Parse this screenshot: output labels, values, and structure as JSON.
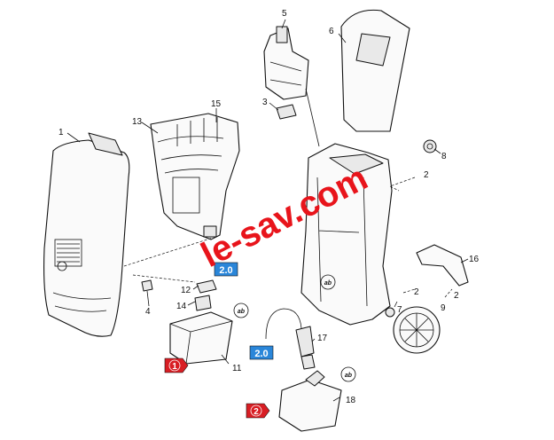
{
  "watermark": "le-sav.com",
  "callouts": [
    "1",
    "2",
    "2",
    "2",
    "3",
    "4",
    "5",
    "6",
    "7",
    "8",
    "9",
    "11",
    "12",
    "13",
    "14",
    "15",
    "16",
    "17",
    "18"
  ],
  "version_badges": [
    "2.0",
    "2.0"
  ],
  "section_markers": [
    "1",
    "2"
  ],
  "oil_symbol": "ab",
  "colors": {
    "watermark": "#e8141b",
    "badge": "#2a86d9",
    "marker": "#d81e24"
  }
}
